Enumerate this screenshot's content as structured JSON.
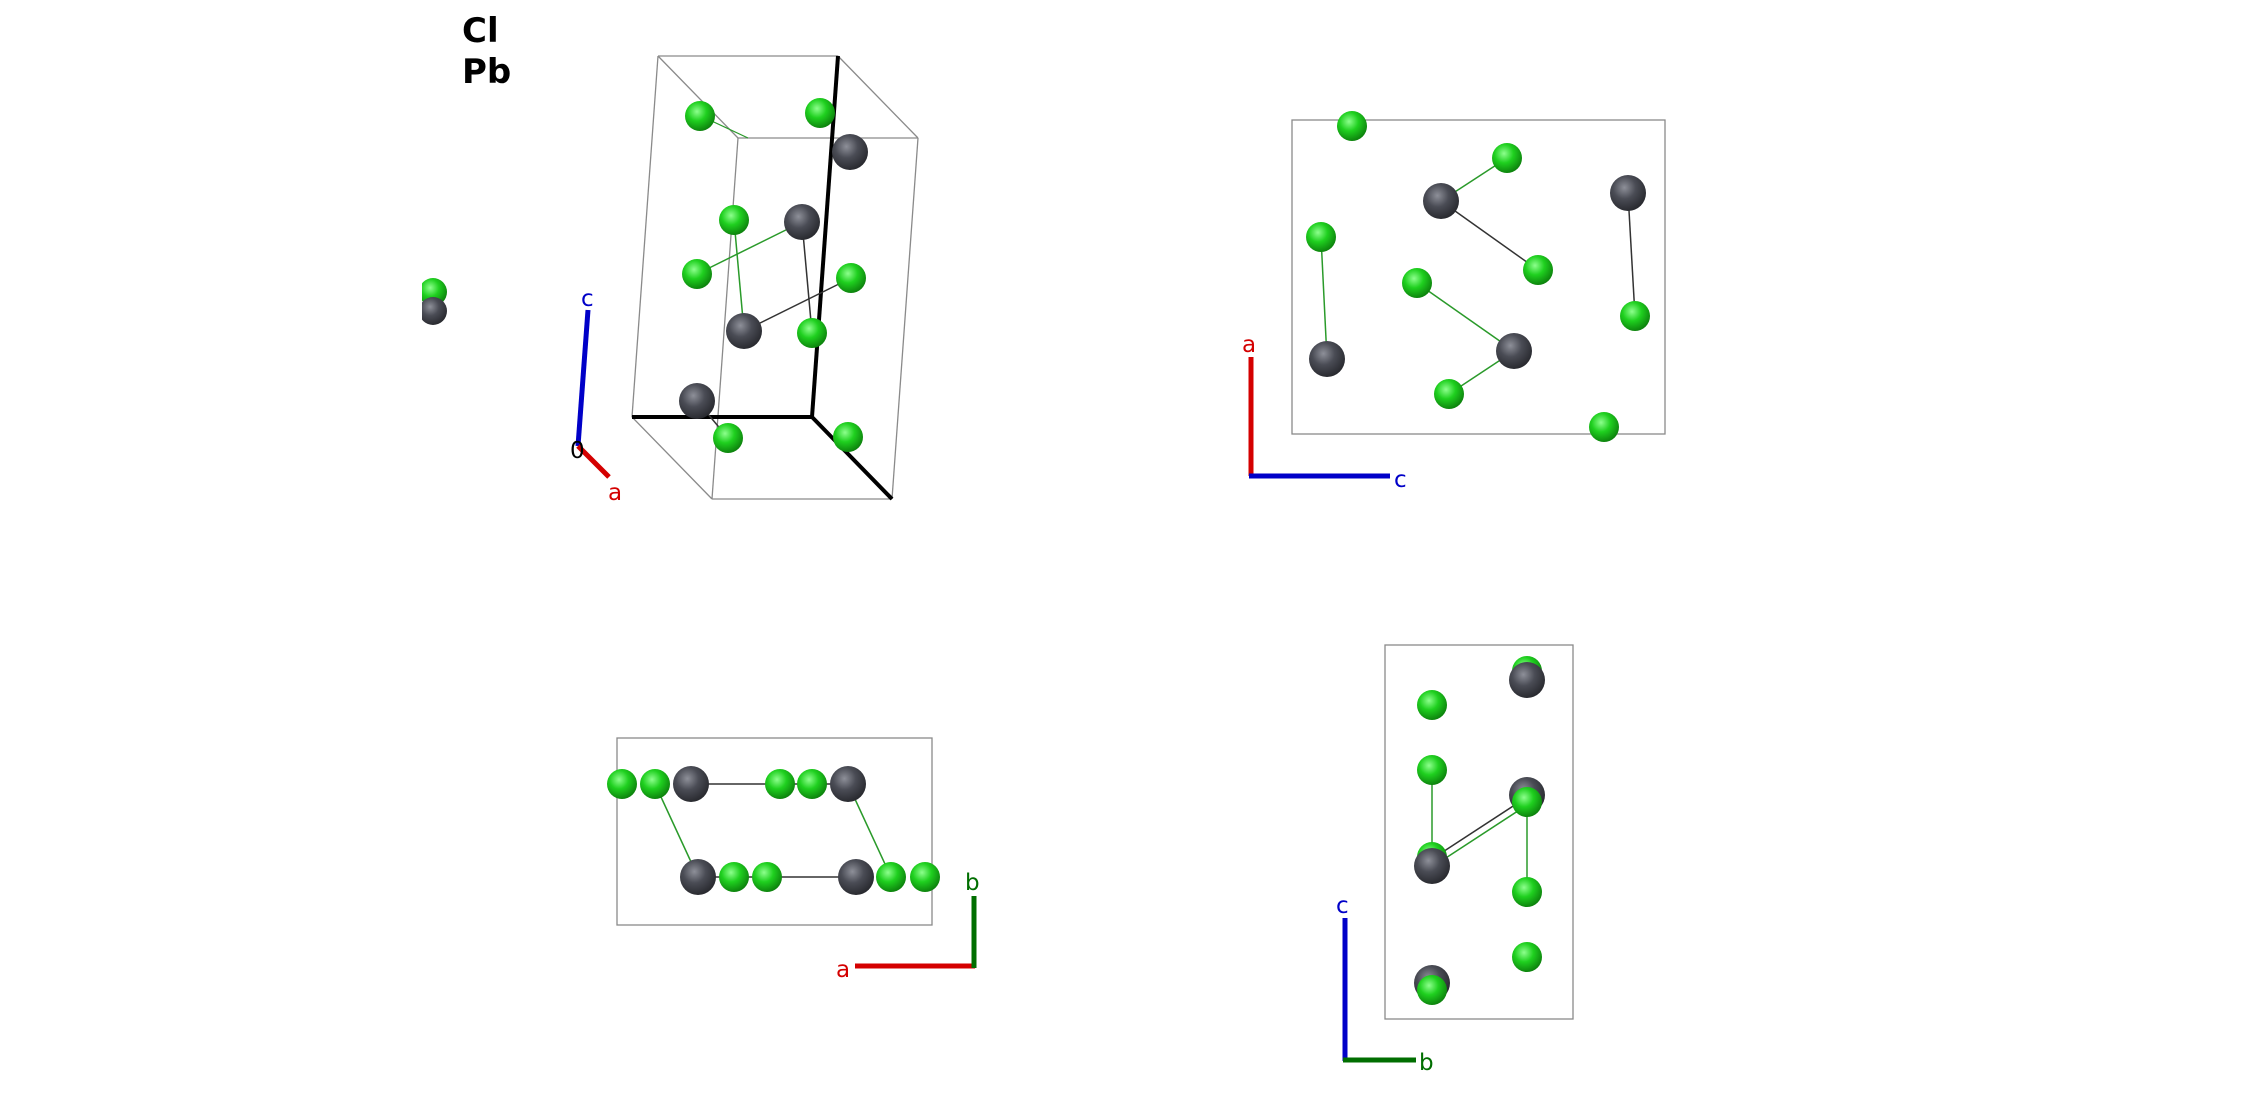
{
  "legend": {
    "items": [
      {
        "label": "Cl",
        "color": "#1fd01f"
      },
      {
        "label": "Pb",
        "color": "#4a4c55"
      }
    ]
  },
  "colors": {
    "cl": "#1fd01f",
    "pb": "#4a4c55",
    "cell": "#8a8a8a",
    "axis_a": "#d40000",
    "axis_b": "#006e00",
    "axis_c": "#0000c8",
    "bond_dark": "#333333",
    "bond_green": "#2a9a2a"
  },
  "views": {
    "perspective": {
      "origin_label": "0",
      "axis_a": "a",
      "axis_c": "c"
    },
    "a_c": {
      "axis_a": "a",
      "axis_c": "c"
    },
    "a_b": {
      "axis_a": "a",
      "axis_b": "b"
    },
    "b_c": {
      "axis_b": "b",
      "axis_c": "c"
    }
  }
}
